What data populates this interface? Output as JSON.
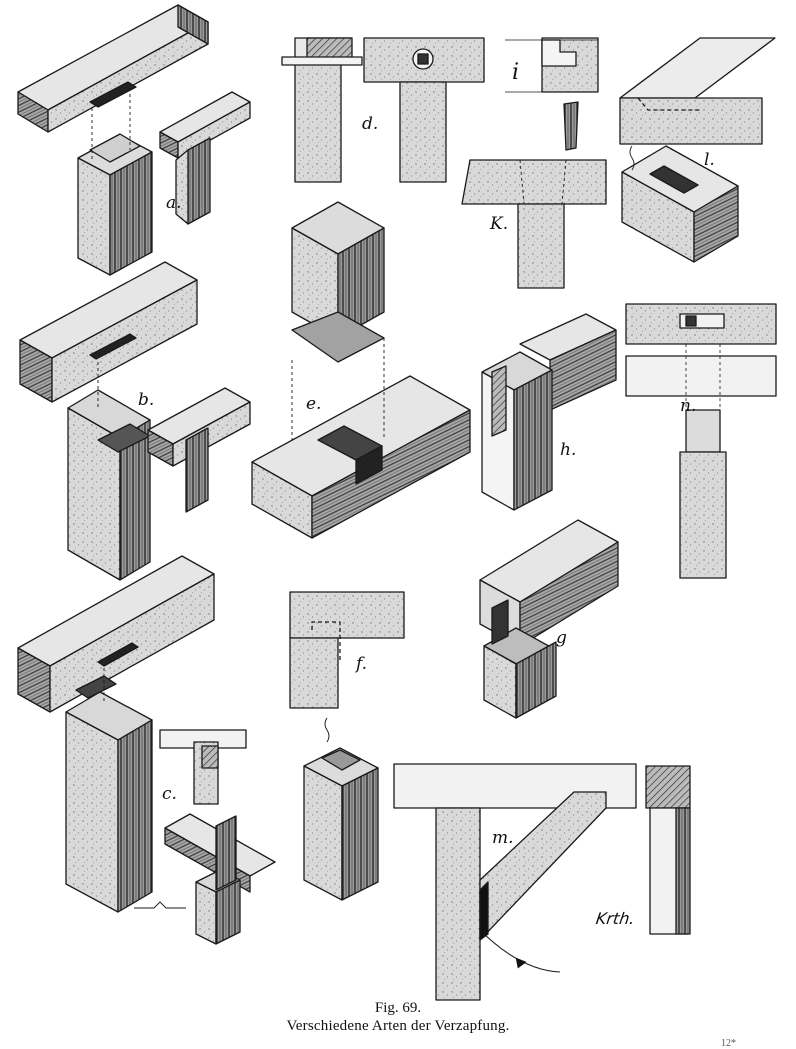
{
  "figure": {
    "number": "Fig. 69.",
    "title": "Verschiedene Arten der Verzapfung.",
    "page_mark": "12*",
    "signature": "Krth."
  },
  "labels": {
    "a": "a.",
    "b": "b.",
    "c": "c.",
    "d": "d.",
    "e": "e.",
    "f": "f.",
    "g": "g",
    "h": "h.",
    "i": "i",
    "k": "K.",
    "l": "l.",
    "m": "m.",
    "n": "n."
  },
  "colors": {
    "wood_light": "#e2e2e2",
    "wood_mid": "#bdbdbd",
    "wood_dark": "#6e6e6e",
    "ink": "#1a1a1a"
  }
}
